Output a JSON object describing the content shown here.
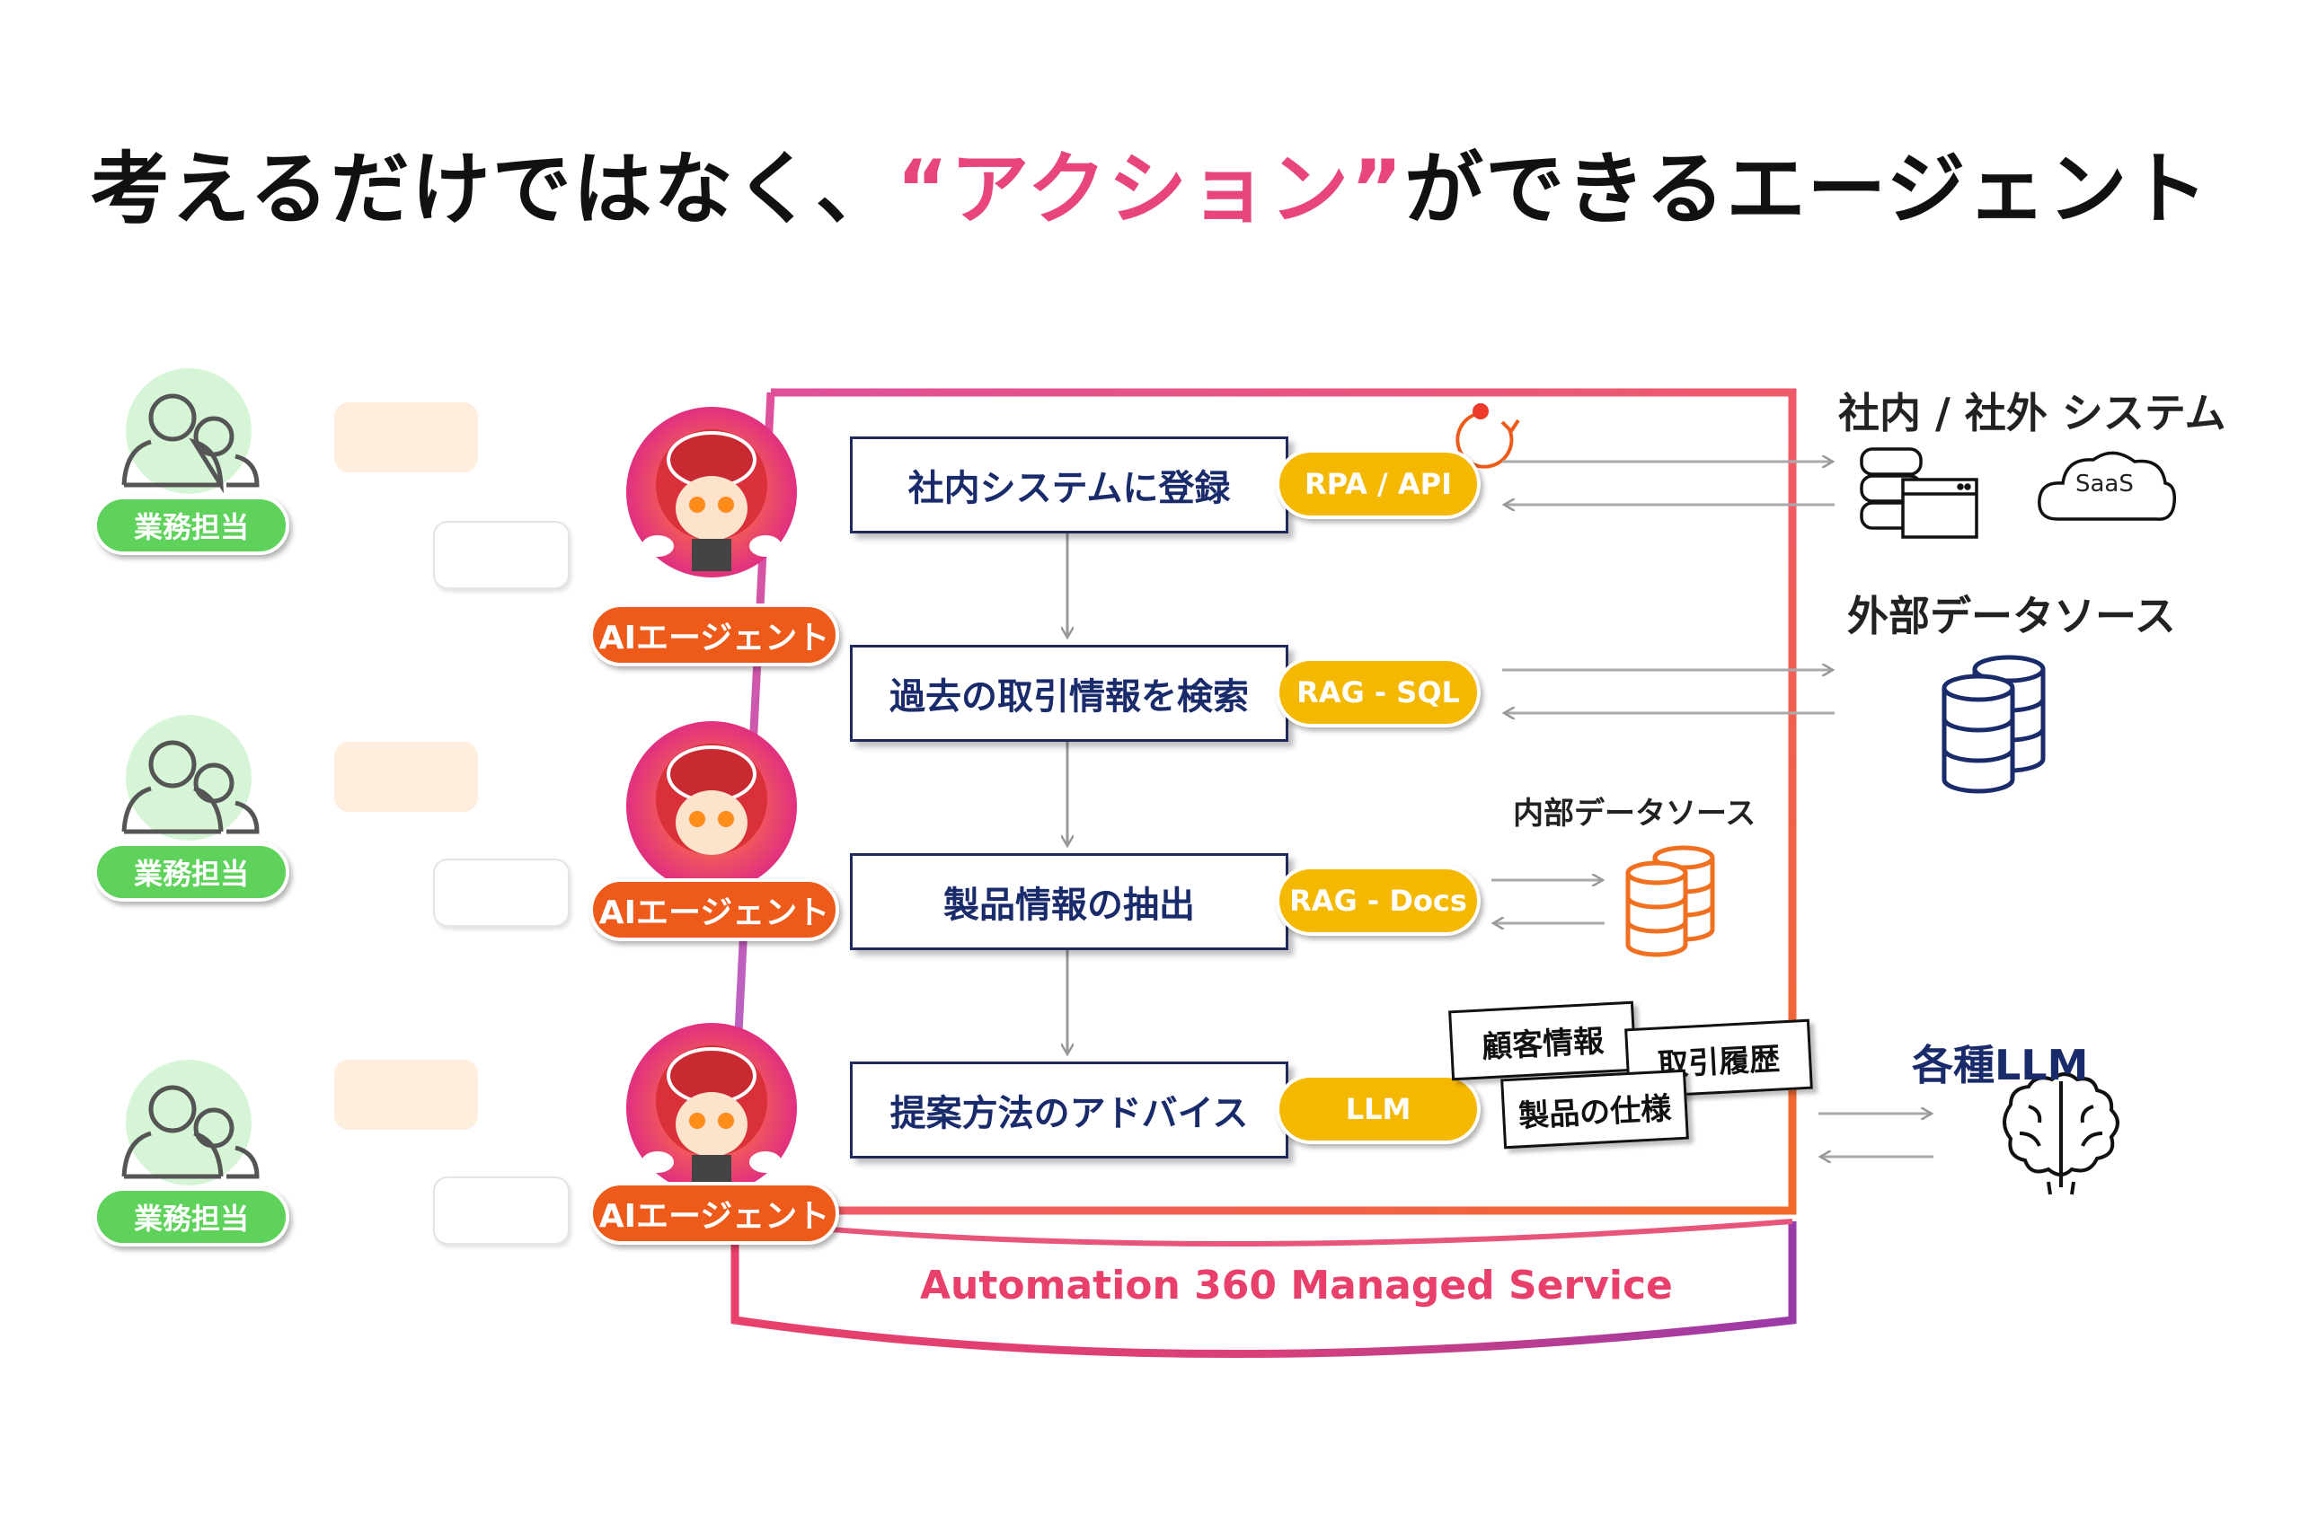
{
  "title": {
    "prefix": "考えるだけではなく、",
    "accent": "“アクション”",
    "suffix": "ができるエージェント"
  },
  "roles": [
    {
      "label": "業務担当"
    },
    {
      "label": "業務担当"
    },
    {
      "label": "業務担当"
    }
  ],
  "agents": [
    {
      "label": "AIエージェント"
    },
    {
      "label": "AIエージェント"
    },
    {
      "label": "AIエージェント"
    }
  ],
  "steps": [
    {
      "label": "社内システムに登録",
      "tool": "RPA / API"
    },
    {
      "label": "過去の取引情報を検索",
      "tool": "RAG - SQL"
    },
    {
      "label": "製品情報の抽出",
      "tool": "RAG - Docs"
    },
    {
      "label": "提案方法のアドバイス",
      "tool": "LLM"
    }
  ],
  "external": {
    "systems_label": "社内 / 社外 システム",
    "saas_label": "SaaS",
    "ext_data_label": "外部データソース",
    "int_data_label": "内部データソース",
    "llm_label": "各種LLM"
  },
  "documents": [
    "顧客情報",
    "取引履歴",
    "製品の仕様"
  ],
  "service_label": "Automation 360 Managed Service",
  "colors": {
    "accent": "#e8457a",
    "agent": "#ee5a1a",
    "tool": "#f5b800",
    "role": "#5ed25a",
    "navy": "#1a2b6b",
    "internal_db": "#f07020"
  }
}
